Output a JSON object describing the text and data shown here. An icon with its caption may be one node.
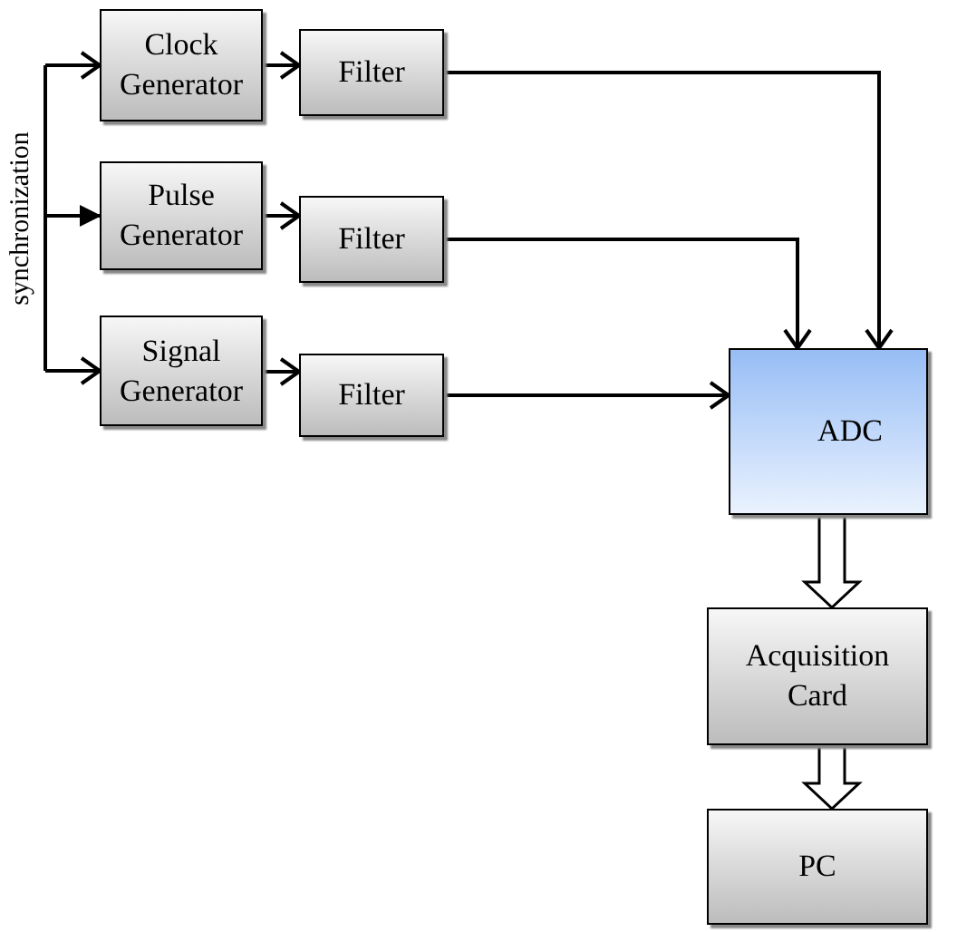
{
  "diagram": {
    "nodes": [
      {
        "text": [
          "Clock Generator"
        ]
      },
      {
        "text": [
          "Pulse Generator"
        ]
      },
      {
        "text": [
          "Signal Generator"
        ]
      },
      {
        "text": [
          "Filter"
        ]
      },
      {
        "text": [
          "Filter"
        ]
      },
      {
        "text": [
          "Filter"
        ]
      },
      {
        "text": [
          "ADC"
        ]
      },
      {
        "text": [
          "Acquisition Card"
        ]
      },
      {
        "text": [
          "PC"
        ]
      }
    ],
    "edges": [
      {
        "from": null,
        "to": 0,
        "arrow": "to"
      },
      {
        "from": null,
        "to": 1,
        "arrow": "to"
      },
      {
        "from": null,
        "to": 2,
        "arrow": "to"
      },
      {
        "from": 0,
        "to": 3,
        "arrow": "to"
      },
      {
        "from": 1,
        "to": 4,
        "arrow": "to"
      },
      {
        "from": 2,
        "to": 5,
        "arrow": "to"
      },
      {
        "from": 3,
        "to": 6,
        "arrow": "to"
      },
      {
        "from": 4,
        "to": 6,
        "arrow": "to"
      },
      {
        "from": 5,
        "to": 6,
        "arrow": "to"
      },
      {
        "from": 6,
        "to": 7,
        "arrow": "to",
        "style": "thick"
      },
      {
        "from": 7,
        "to": 8,
        "arrow": "to",
        "style": "thick"
      }
    ],
    "labels": [
      "synchronization"
    ]
  }
}
